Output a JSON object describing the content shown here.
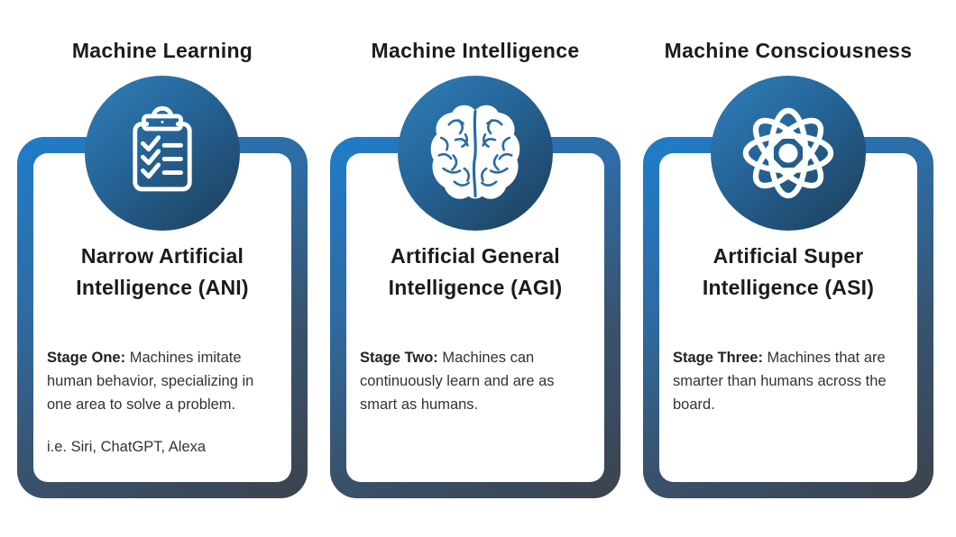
{
  "infographic": {
    "topic": "Three stages of Artificial Intelligence",
    "colors": {
      "frame_gradient_start": "#1f7dca",
      "frame_gradient_end": "#3c434d",
      "circle_gradient_start": "#2e80bc",
      "circle_gradient_end": "#1d3d59",
      "icon_color": "#ffffff",
      "heading_text": "#1c1c1c",
      "body_text": "#333333",
      "background": "#ffffff"
    },
    "cards": [
      {
        "heading": "Machine Learning",
        "icon": "clipboard-checklist-icon",
        "title_line1": "Narrow Artificial",
        "title_line2": "Intelligence (ANI)",
        "stage_label": "Stage One:",
        "stage_text": "Machines imitate human behavior, specializing in one area to solve a problem.",
        "example": "i.e. Siri, ChatGPT, Alexa"
      },
      {
        "heading": "Machine Intelligence",
        "icon": "brain-icon",
        "title_line1": "Artificial General",
        "title_line2": "Intelligence (AGI)",
        "stage_label": "Stage Two:",
        "stage_text": "Machines can continuously learn and are as smart as humans.",
        "example": ""
      },
      {
        "heading": "Machine Consciousness",
        "icon": "atom-icon",
        "title_line1": "Artificial Super",
        "title_line2": "Intelligence (ASI)",
        "stage_label": "Stage Three:",
        "stage_text": "Machines that are smarter than humans across the board.",
        "example": ""
      }
    ]
  }
}
